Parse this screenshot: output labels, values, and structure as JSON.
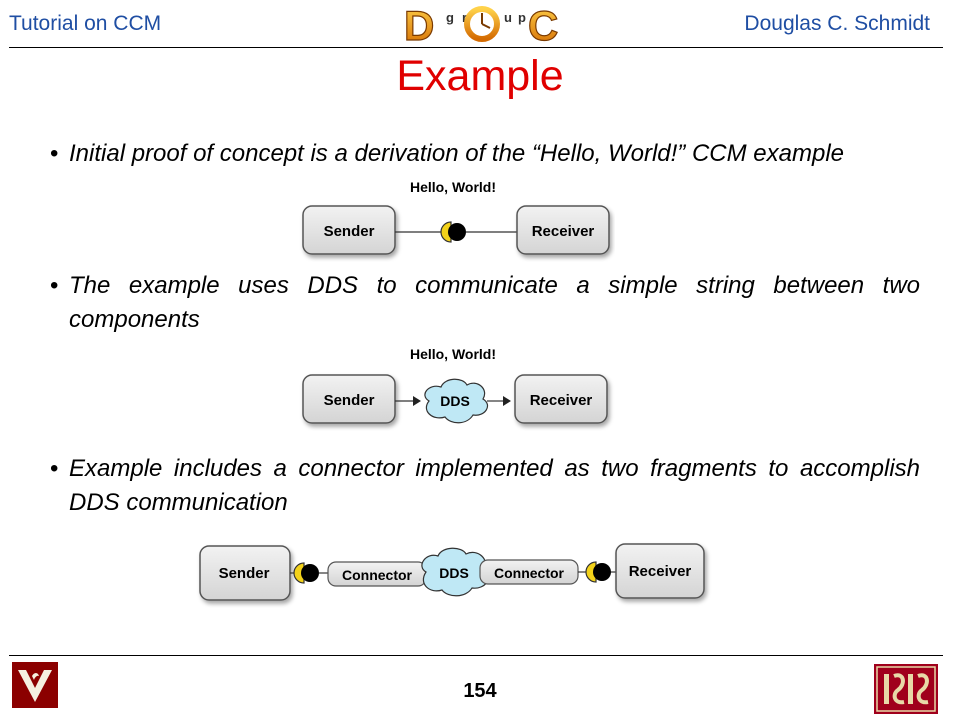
{
  "header": {
    "left": "Tutorial on CCM",
    "right": "Douglas C. Schmidt",
    "logo_letters": [
      "D",
      "g",
      "r",
      "o",
      "u",
      "p",
      "C"
    ]
  },
  "title": "Example",
  "bullets": [
    "Initial proof of concept is a derivation of the “Hello, World!” CCM example",
    "The example uses DDS to communicate a simple string between two components",
    "Example includes a connector implemented as two fragments to accomplish DDS communication"
  ],
  "diagrams": {
    "d1": {
      "caption": "Hello, World!",
      "sender": "Sender",
      "receiver": "Receiver"
    },
    "d2": {
      "caption": "Hello, World!",
      "sender": "Sender",
      "middle": "DDS",
      "receiver": "Receiver"
    },
    "d3": {
      "sender": "Sender",
      "connector_left": "Connector",
      "middle": "DDS",
      "connector_right": "Connector",
      "receiver": "Receiver"
    }
  },
  "footer": {
    "page": "154"
  },
  "colors": {
    "header_text": "#1f4ea3",
    "title": "#e00000",
    "port": "#f3d21a",
    "cloud": "#bfe8f5",
    "box": "#e1e1e1"
  }
}
